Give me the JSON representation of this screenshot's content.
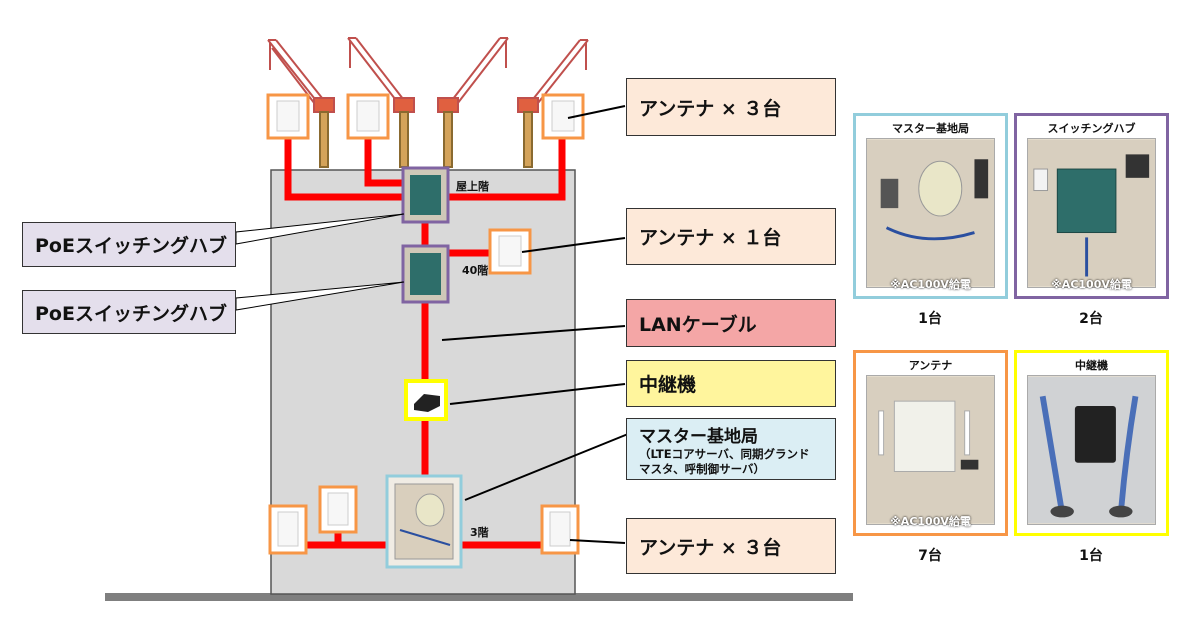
{
  "floors": {
    "roof": "屋上階",
    "f40": "40階",
    "f3": "3階"
  },
  "callouts": {
    "antenna_top": "アンテナ × ３台",
    "antenna_mid": "アンテナ × １台",
    "antenna_bottom": "アンテナ × ３台",
    "poe_1": "PoEスイッチングハブ",
    "poe_2": "PoEスイッチングハブ",
    "lan": "LANケーブル",
    "repeater": "中継機",
    "master_title": "マスター基地局",
    "master_sub_1": "（LTEコアサーバ、同期グランド",
    "master_sub_2": "マスタ、呼制御サーバ）"
  },
  "panels": [
    {
      "title": "マスター基地局",
      "note": "※AC100V給電",
      "count": "1台",
      "border": "#92cddc"
    },
    {
      "title": "スイッチングハブ",
      "note": "※AC100V給電",
      "count": "2台",
      "border": "#8064a2"
    },
    {
      "title": "アンテナ",
      "note": "※AC100V給電",
      "count": "7台",
      "border": "#f79646"
    },
    {
      "title": "中継機",
      "note": "",
      "count": "1台",
      "border": "#ffff00"
    }
  ],
  "colors": {
    "cable": "#ff0000",
    "building": "#d9d9d9",
    "crane": "#c0504d",
    "antenna_border": "#f79646",
    "hub_border": "#8064a2",
    "master_border": "#92cddc",
    "repeater_border": "#ffff00"
  }
}
